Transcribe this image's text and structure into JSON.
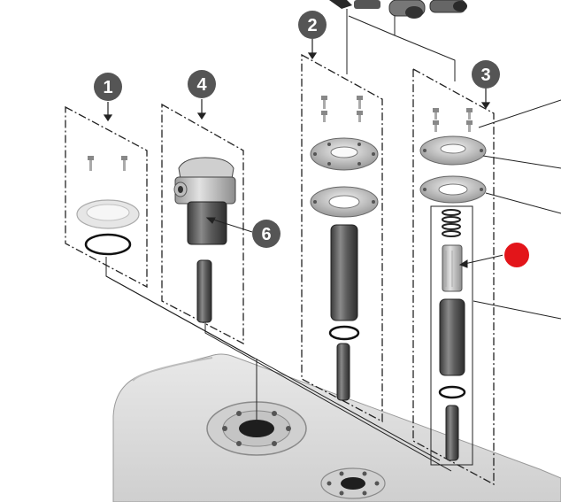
{
  "callouts": {
    "c1": "1",
    "c2": "2",
    "c3": "3",
    "c4": "4",
    "c6": "6"
  },
  "colors": {
    "callout_fill": "#555555",
    "highlight_marker": "#e3151a",
    "line": "#222222",
    "part_dark": "#5a5a5a",
    "part_light": "#d9d9d9",
    "tank": "#dcdcdc"
  },
  "highlight": {
    "marker_color": "#e3151a"
  }
}
